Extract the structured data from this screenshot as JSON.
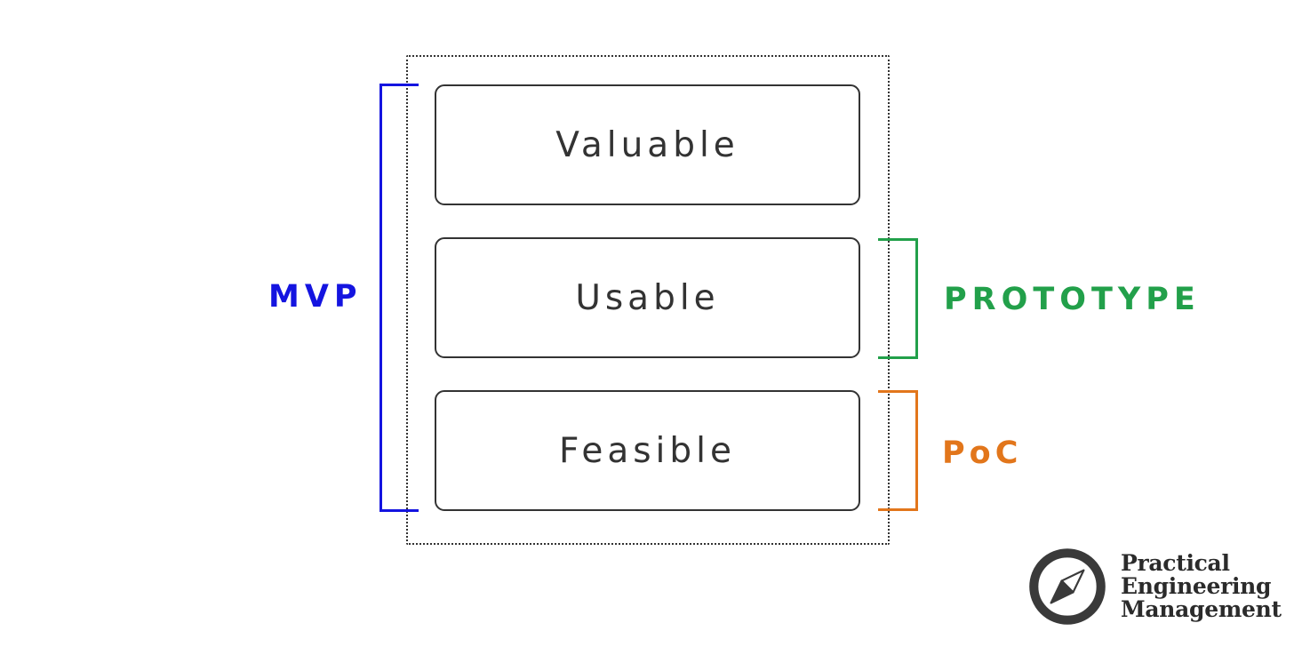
{
  "diagram": {
    "title": "MVP / Prototype / PoC layered diagram",
    "layers": [
      {
        "id": "valuable",
        "label": "Valuable"
      },
      {
        "id": "usable",
        "label": "Usable"
      },
      {
        "id": "feasible",
        "label": "Feasible"
      }
    ],
    "brackets": [
      {
        "id": "mvp",
        "label": "MVP",
        "color": "#1414e0",
        "side": "left",
        "covers": [
          "valuable",
          "usable",
          "feasible"
        ]
      },
      {
        "id": "prototype",
        "label": "PROTOTYPE",
        "color": "#22a04a",
        "side": "right",
        "covers": [
          "usable"
        ]
      },
      {
        "id": "poc",
        "label": "PoC",
        "color": "#e2761b",
        "side": "right",
        "covers": [
          "feasible"
        ]
      }
    ],
    "colors": {
      "background": "#ffffff",
      "box_border": "#333333",
      "box_text": "#333333",
      "container_border": "#333333",
      "mvp": "#1414e0",
      "prototype": "#22a04a",
      "poc": "#e2761b",
      "logo": "#2b2b2b"
    }
  },
  "logo": {
    "mark": "compass-icon",
    "lines": [
      "Practical",
      "Engineering",
      "Management"
    ]
  }
}
